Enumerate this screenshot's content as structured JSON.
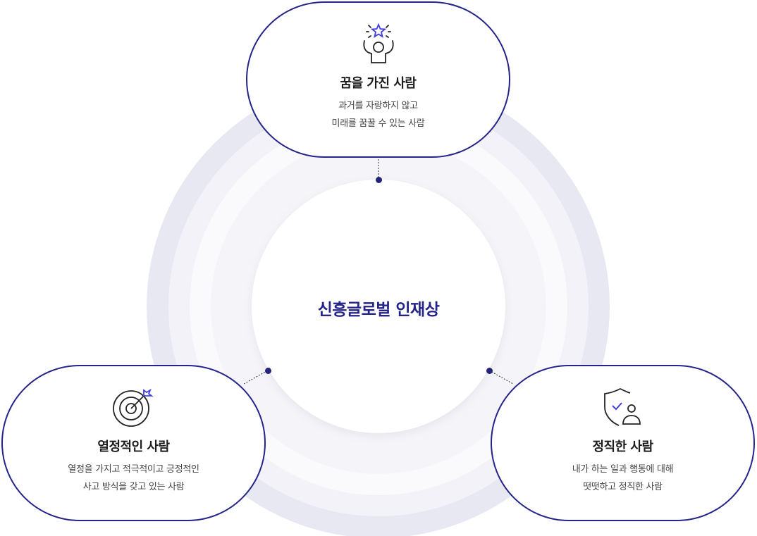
{
  "center_title": "신흥글로벌 인재상",
  "colors": {
    "accent": "#23238a",
    "icon_highlight": "#4040e0"
  },
  "cards": [
    {
      "icon": "person-star-icon",
      "title": "꿈을 가진 사람",
      "desc": [
        "과거를 자랑하지 않고",
        "미래를 꿈꿀 수 있는 사람"
      ]
    },
    {
      "icon": "target-arrow-icon",
      "title": "열정적인 사람",
      "desc": [
        "열정을 가지고 적극적이고 긍정적인",
        "사고 방식을 갖고 있는 사람"
      ]
    },
    {
      "icon": "shield-person-check-icon",
      "title": "정직한 사람",
      "desc": [
        "내가 하는 일과 행동에 대해",
        "떳떳하고 정직한 사람"
      ]
    }
  ]
}
